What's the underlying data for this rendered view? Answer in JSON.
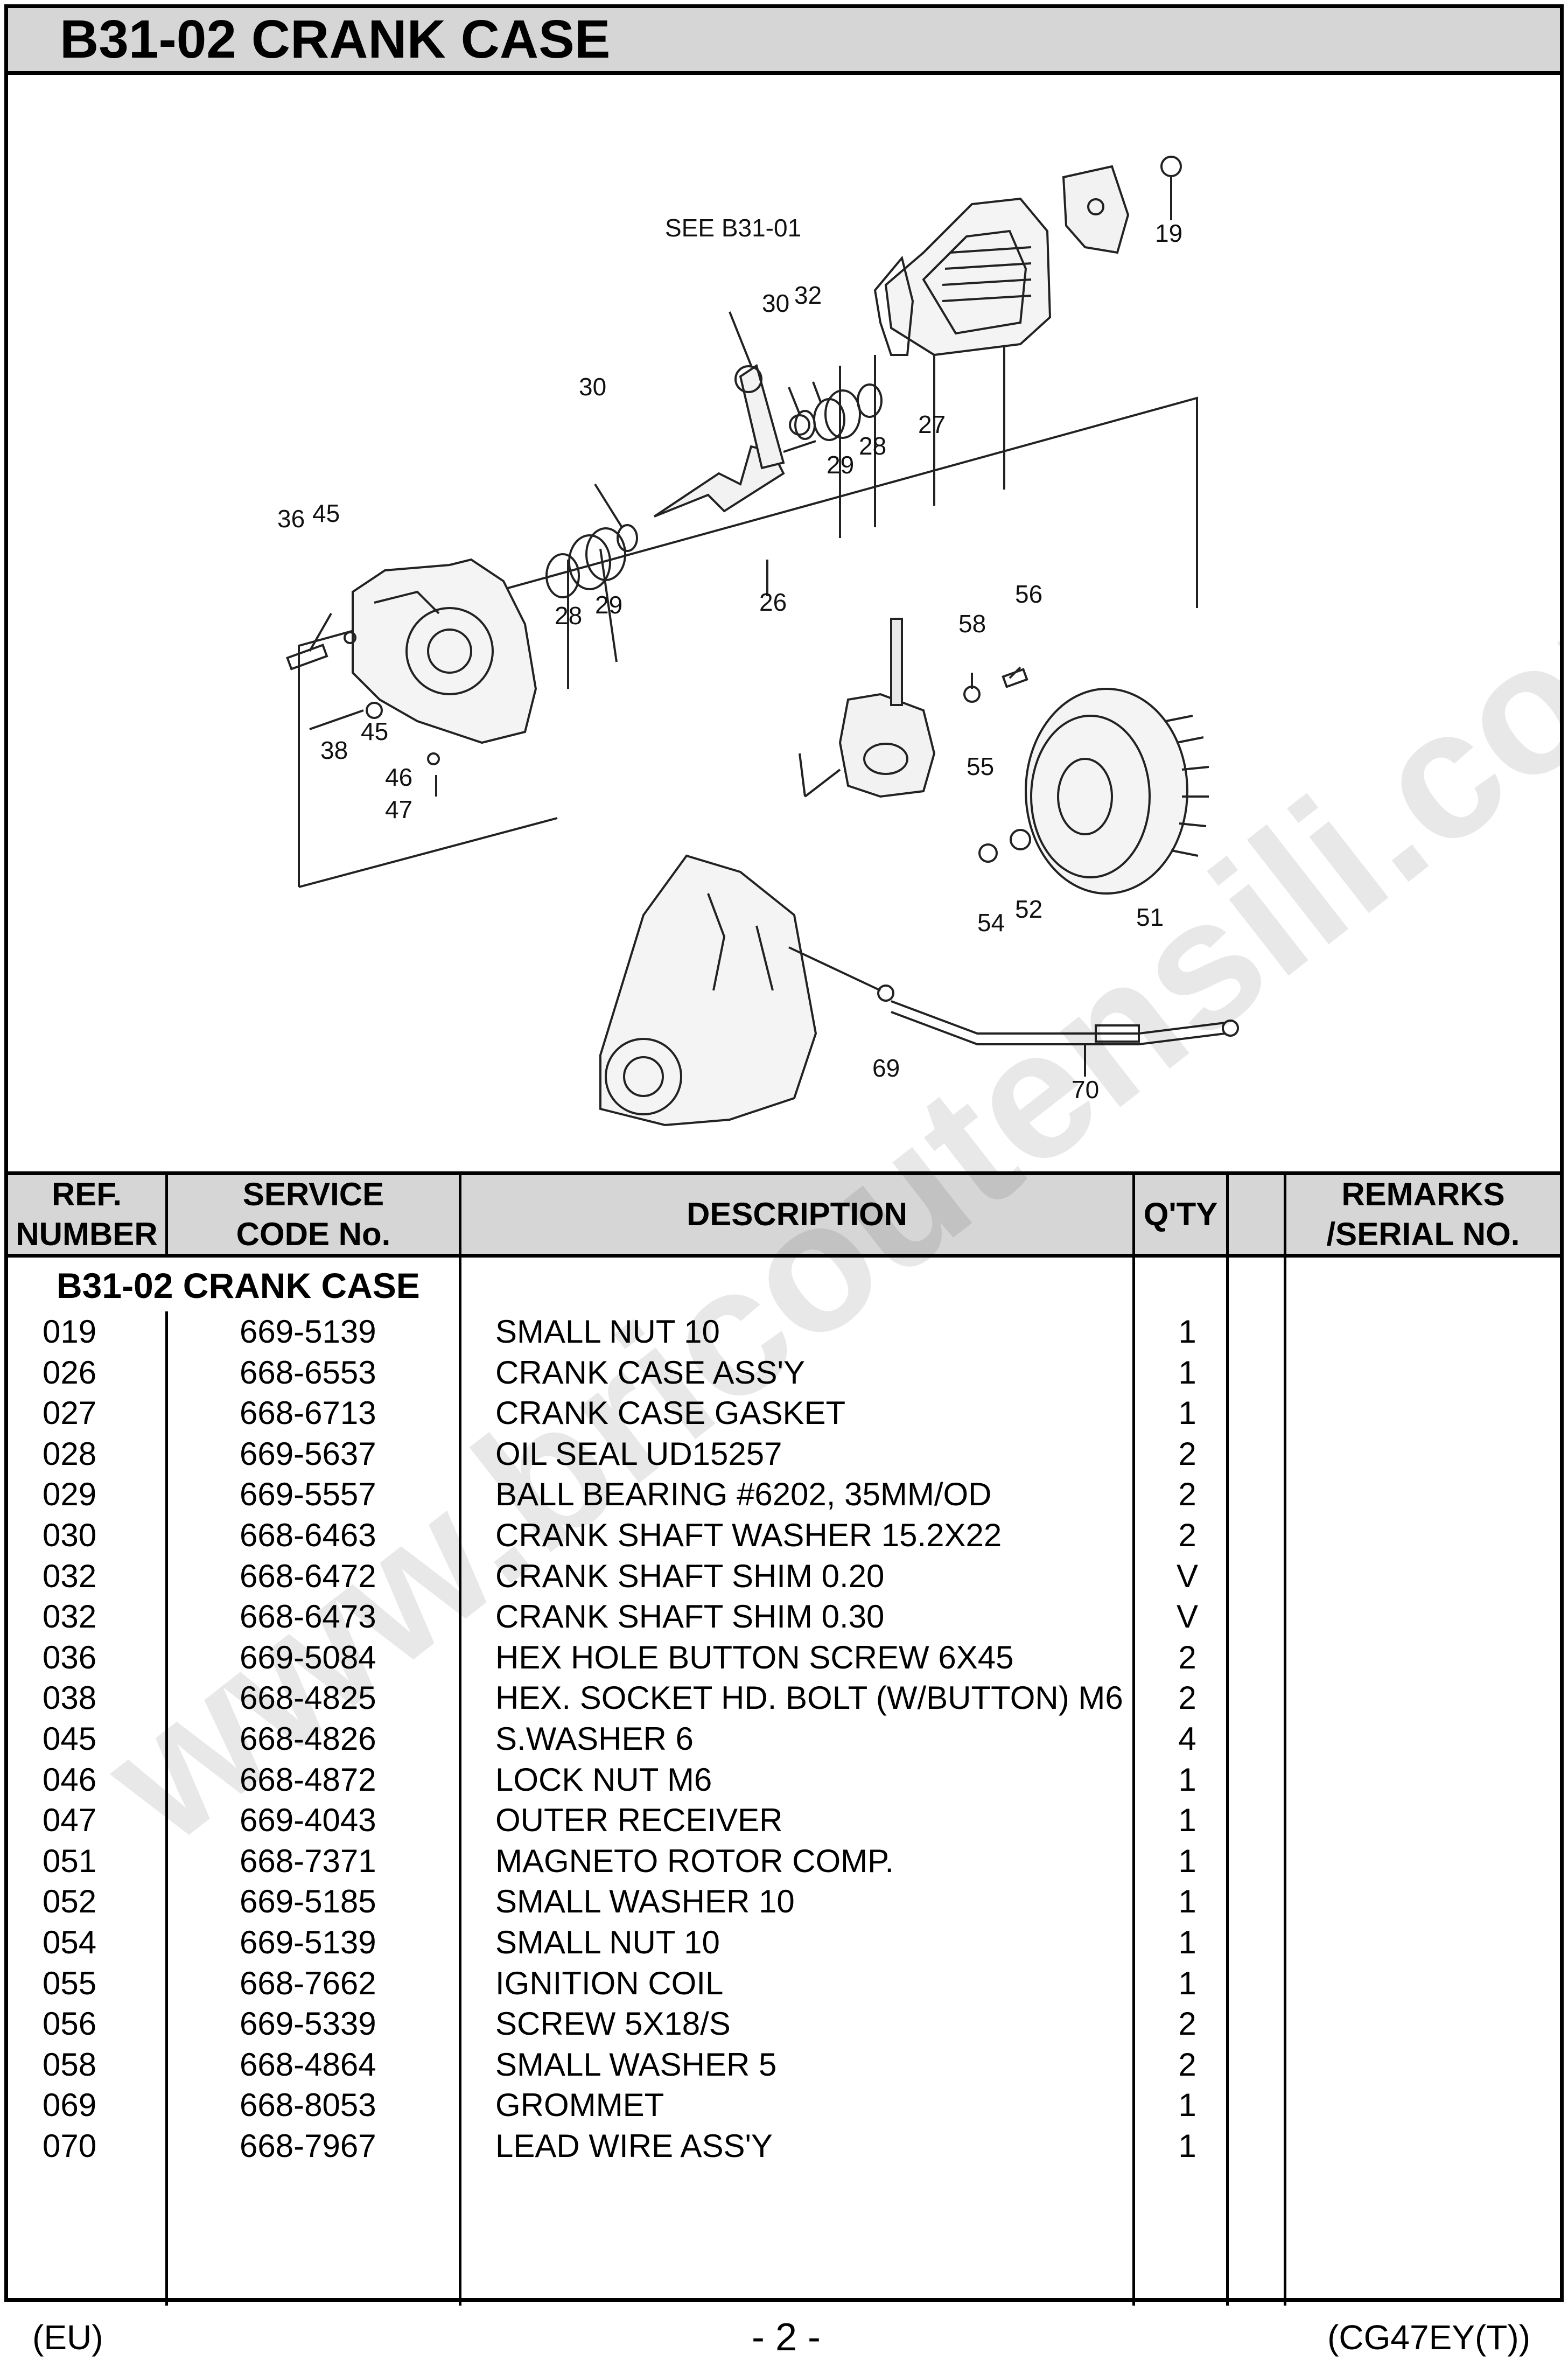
{
  "title": "B31-02 CRANK CASE",
  "diagram": {
    "labels": {
      "see": "SEE B31-01",
      "l19": "19",
      "l27": "27",
      "l28a": "28",
      "l29a": "29",
      "l30a": "30",
      "l32": "32",
      "l30b": "30",
      "l36": "36",
      "l45a": "45",
      "l28b": "28",
      "l29b": "29",
      "l26": "26",
      "l38": "38",
      "l45b": "45",
      "l46": "46",
      "l47": "47",
      "l56": "56",
      "l58": "58",
      "l55": "55",
      "l54": "54",
      "l52": "52",
      "l51": "51",
      "l69": "69",
      "l70": "70"
    }
  },
  "table": {
    "headers": {
      "ref_line1": "REF.",
      "ref_line2": "NUMBER",
      "code_line1": "SERVICE",
      "code_line2": "CODE No.",
      "description": "DESCRIPTION",
      "qty": "Q'TY",
      "remarks_line1": "REMARKS",
      "remarks_line2": "/SERIAL NO."
    },
    "section_title": "B31-02 CRANK CASE",
    "rows": [
      {
        "ref": "019",
        "code": "669-5139",
        "desc": "SMALL NUT 10",
        "qty": "1"
      },
      {
        "ref": "026",
        "code": "668-6553",
        "desc": "CRANK CASE ASS'Y",
        "qty": "1"
      },
      {
        "ref": "027",
        "code": "668-6713",
        "desc": "CRANK CASE GASKET",
        "qty": "1"
      },
      {
        "ref": "028",
        "code": "669-5637",
        "desc": "OIL SEAL UD15257",
        "qty": "2"
      },
      {
        "ref": "029",
        "code": "669-5557",
        "desc": "BALL BEARING #6202, 35MM/OD",
        "qty": "2"
      },
      {
        "ref": "030",
        "code": "668-6463",
        "desc": "CRANK SHAFT WASHER 15.2X22",
        "qty": "2"
      },
      {
        "ref": "032",
        "code": "668-6472",
        "desc": "CRANK SHAFT SHIM 0.20",
        "qty": "V"
      },
      {
        "ref": "032",
        "code": "668-6473",
        "desc": "CRANK SHAFT SHIM 0.30",
        "qty": "V"
      },
      {
        "ref": "036",
        "code": "669-5084",
        "desc": "HEX HOLE BUTTON SCREW 6X45",
        "qty": "2"
      },
      {
        "ref": "038",
        "code": "668-4825",
        "desc": "HEX. SOCKET HD. BOLT (W/BUTTON) M6",
        "qty": "2"
      },
      {
        "ref": "045",
        "code": "668-4826",
        "desc": "S.WASHER 6",
        "qty": "4"
      },
      {
        "ref": "046",
        "code": "668-4872",
        "desc": "LOCK NUT M6",
        "qty": "1"
      },
      {
        "ref": "047",
        "code": "669-4043",
        "desc": "OUTER RECEIVER",
        "qty": "1"
      },
      {
        "ref": "051",
        "code": "668-7371",
        "desc": "MAGNETO ROTOR COMP.",
        "qty": "1"
      },
      {
        "ref": "052",
        "code": "669-5185",
        "desc": "SMALL WASHER 10",
        "qty": "1"
      },
      {
        "ref": "054",
        "code": "669-5139",
        "desc": "SMALL NUT 10",
        "qty": "1"
      },
      {
        "ref": "055",
        "code": "668-7662",
        "desc": "IGNITION COIL",
        "qty": "1"
      },
      {
        "ref": "056",
        "code": "669-5339",
        "desc": "SCREW 5X18/S",
        "qty": "2"
      },
      {
        "ref": "058",
        "code": "668-4864",
        "desc": "SMALL WASHER 5",
        "qty": "2"
      },
      {
        "ref": "069",
        "code": "668-8053",
        "desc": "GROMMET",
        "qty": "1"
      },
      {
        "ref": "070",
        "code": "668-7967",
        "desc": "LEAD WIRE ASS'Y",
        "qty": "1"
      }
    ]
  },
  "footer": {
    "left": "(EU)",
    "center": "- 2 -",
    "right": "(CG47EY(T))"
  },
  "watermark": "www.bricoutensili.com"
}
